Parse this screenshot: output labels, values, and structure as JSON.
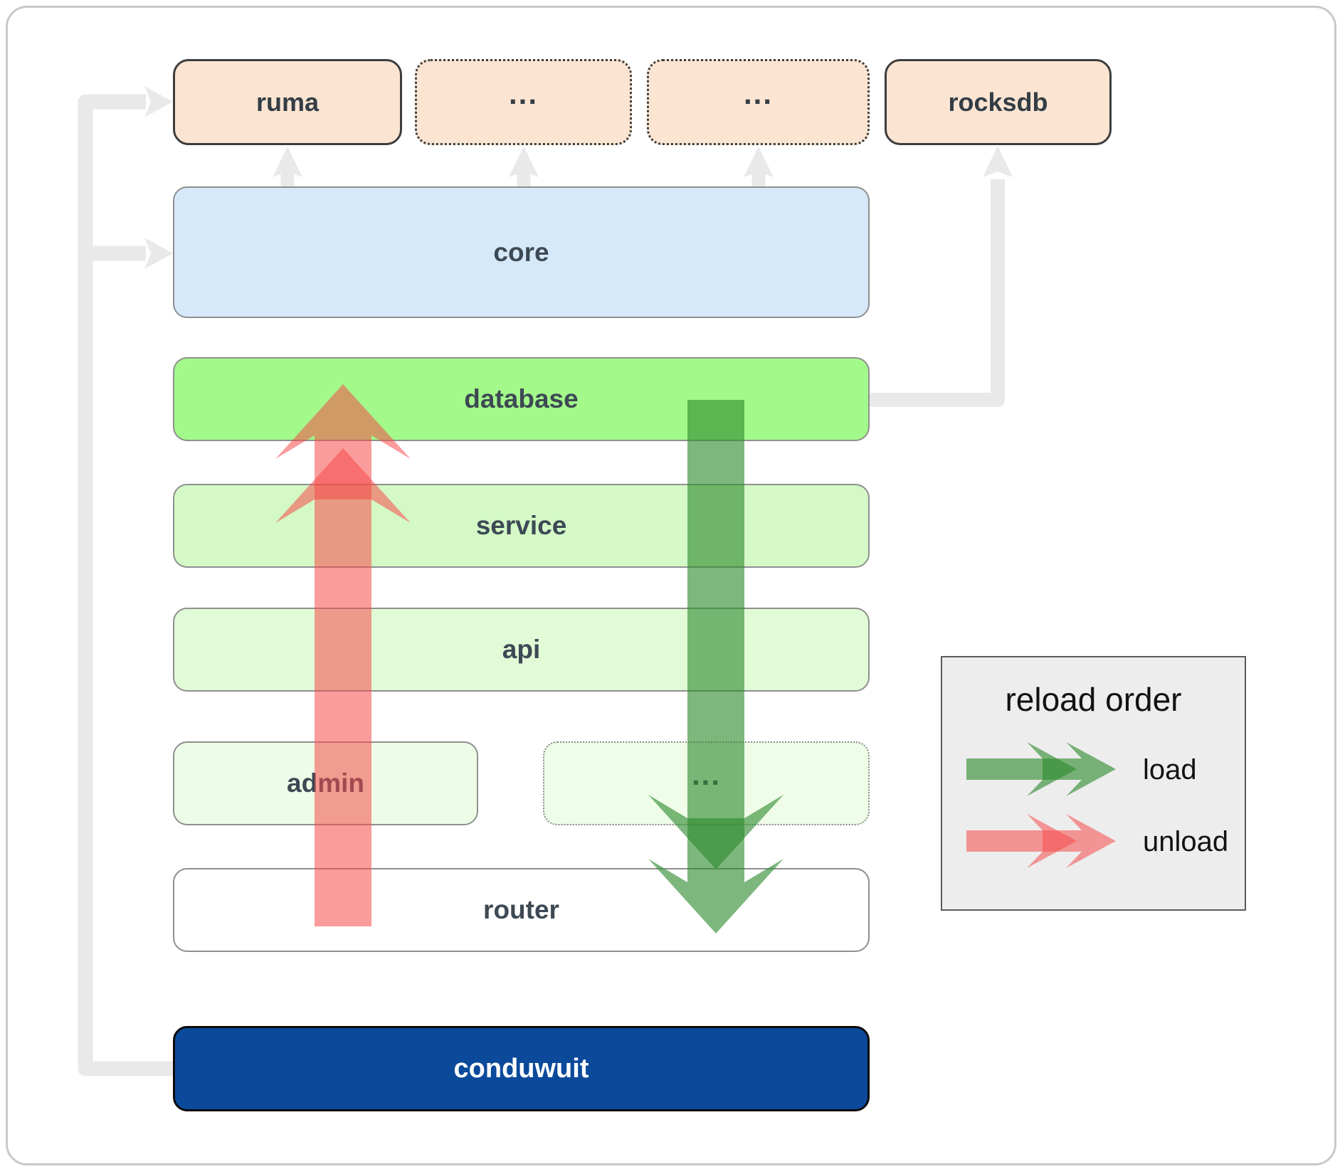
{
  "nodes": {
    "ruma": "ruma",
    "ext1": "...",
    "ext2": "...",
    "rocksdb": "rocksdb",
    "core": "core",
    "database": "database",
    "service": "service",
    "api": "api",
    "admin": "admin",
    "admin_ext": "...",
    "router": "router",
    "conduwuit": "conduwuit"
  },
  "legend": {
    "title": "reload order",
    "load_label": "load",
    "unload_label": "unload"
  },
  "colors": {
    "load_arrow": "#2e8b2e",
    "unload_arrow": "#f64a4a",
    "dependency_line": "#e9e9e9",
    "external_fill": "#fbe5d2",
    "core_fill": "#d6e9fa",
    "database_fill": "#a3fa8a",
    "service_fill": "#d4f9c6",
    "api_fill": "#e2fbd7",
    "admin_fill": "#edfce6",
    "router_fill": "#ffffff",
    "main_fill": "#0b4a9b",
    "legend_fill": "#ededed"
  }
}
